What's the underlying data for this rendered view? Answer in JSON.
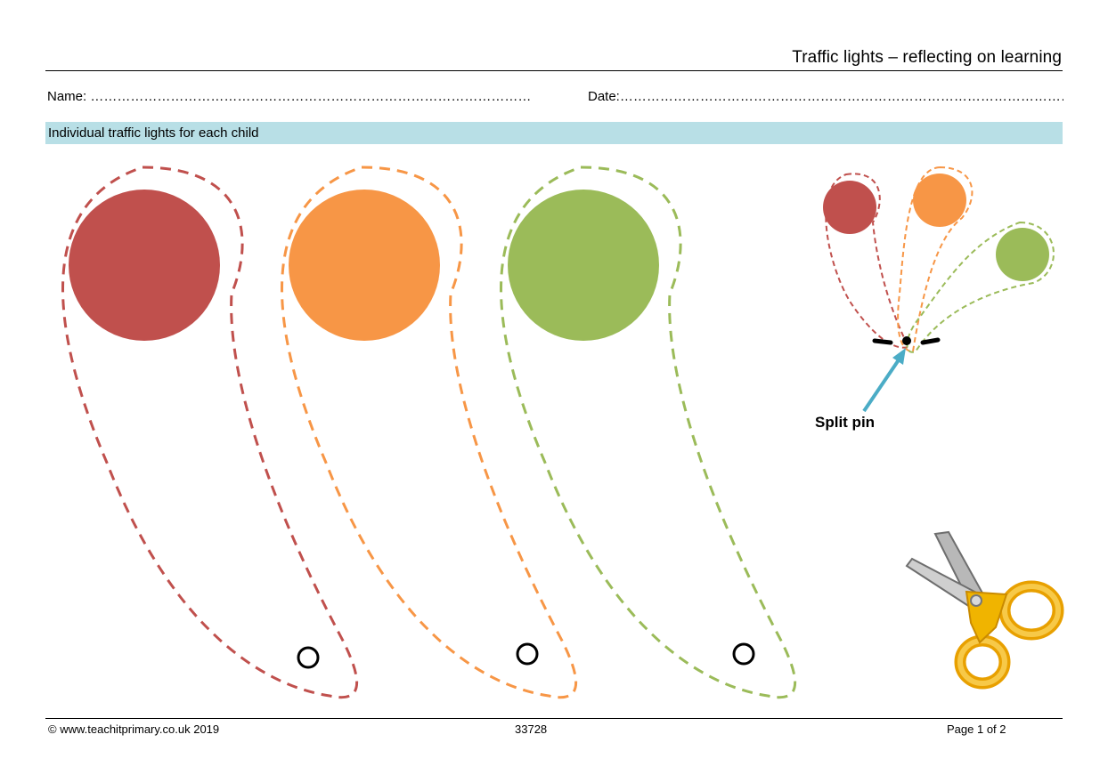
{
  "header": {
    "title": "Traffic lights – reflecting on learning"
  },
  "fields": {
    "name_label": "Name:",
    "name_dots": "……………………………………………………………………………………………………………",
    "date_label": "Date:",
    "date_dots": "……………………………………………………………………………………………………………………"
  },
  "section": {
    "heading": "Individual traffic lights for each child"
  },
  "lights": [
    {
      "color_name": "red",
      "fill": "#c0504d",
      "outline": "#c0504d"
    },
    {
      "color_name": "amber",
      "fill": "#f79646",
      "outline": "#f79646"
    },
    {
      "color_name": "green",
      "fill": "#9bbb59",
      "outline": "#9bbb59"
    }
  ],
  "diagram": {
    "split_pin_label": "Split pin",
    "arrow_color": "#4bacc6"
  },
  "icons": [
    "scissors-icon",
    "split-pin-icon"
  ],
  "footer": {
    "copyright": "© www.teachitprimary.co.uk 2019",
    "code": "33728",
    "page": "Page 1 of 2"
  }
}
